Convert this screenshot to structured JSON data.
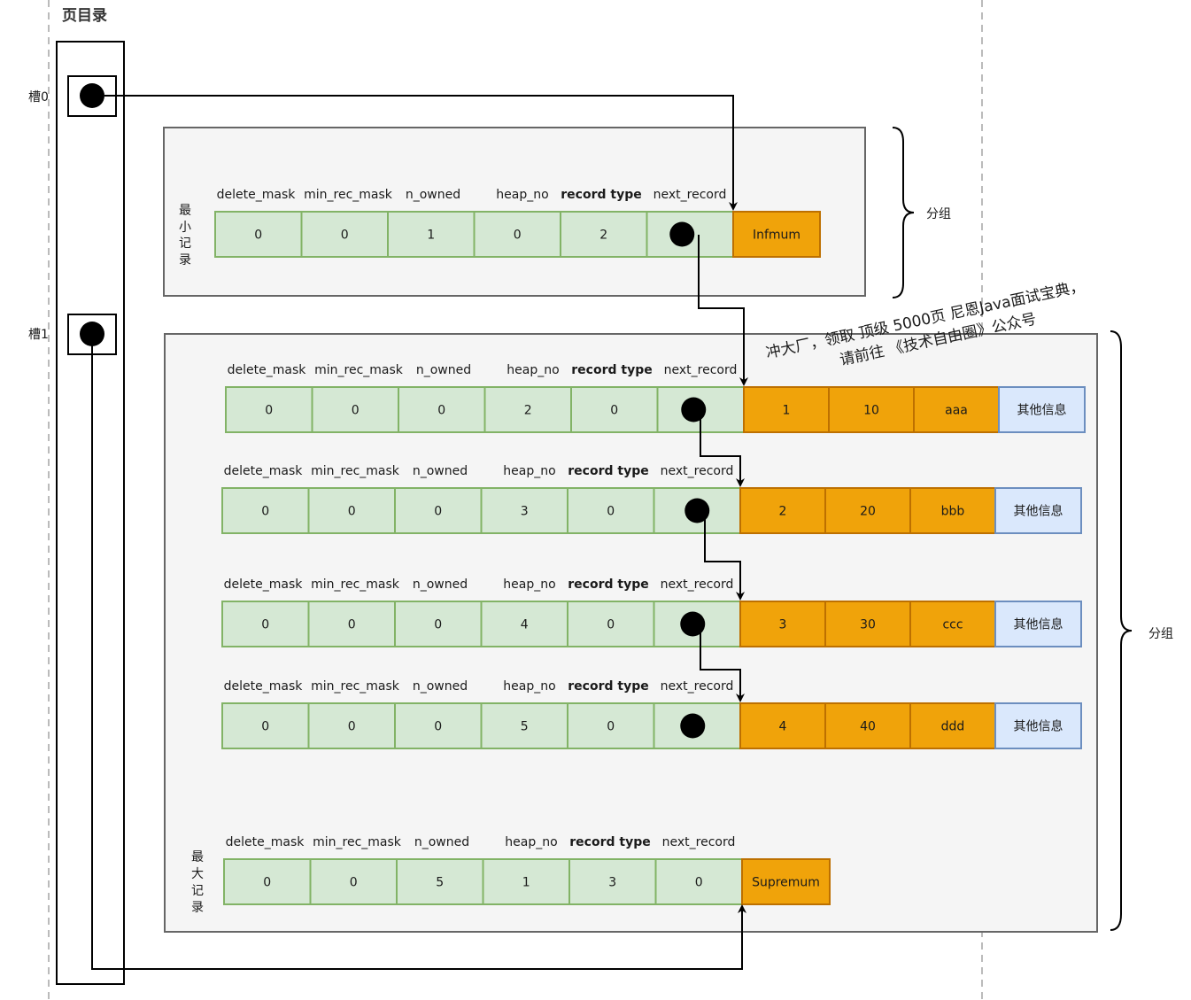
{
  "title": "页目录",
  "slots": [
    {
      "label": "槽0"
    },
    {
      "label": "槽1"
    }
  ],
  "group_label": "分组",
  "headers": [
    "delete_mask",
    "min_rec_mask",
    "n_owned",
    "heap_no",
    "record type",
    "next_record"
  ],
  "infimum": {
    "side_label": [
      "最",
      "小",
      "记",
      "录"
    ],
    "values": [
      "0",
      "0",
      "1",
      "0",
      "2"
    ],
    "name": "Infmum"
  },
  "records": [
    {
      "values": [
        "0",
        "0",
        "0",
        "2",
        "0"
      ],
      "data": [
        "1",
        "10",
        "aaa"
      ],
      "other": "其他信息"
    },
    {
      "values": [
        "0",
        "0",
        "0",
        "3",
        "0"
      ],
      "data": [
        "2",
        "20",
        "bbb"
      ],
      "other": "其他信息"
    },
    {
      "values": [
        "0",
        "0",
        "0",
        "4",
        "0"
      ],
      "data": [
        "3",
        "30",
        "ccc"
      ],
      "other": "其他信息"
    },
    {
      "values": [
        "0",
        "0",
        "0",
        "5",
        "0"
      ],
      "data": [
        "4",
        "40",
        "ddd"
      ],
      "other": "其他信息"
    }
  ],
  "supremum": {
    "side_label": [
      "最",
      "大",
      "记",
      "录"
    ],
    "values": [
      "0",
      "0",
      "5",
      "1",
      "3",
      "0"
    ],
    "name": "Supremum"
  },
  "watermark": {
    "line1": "冲大厂，领取 顶级 5000页 尼恩Java面试宝典，",
    "line2": "请前往 《技术自由圈》公众号"
  },
  "colors": {
    "green_fill": "#d5e8d4",
    "green_stroke": "#82b366",
    "orange_fill": "#f0a30a",
    "orange_stroke": "#bd7000",
    "blue_fill": "#dae8fc",
    "blue_stroke": "#6c8ebf",
    "panel_fill": "#f5f5f5",
    "panel_stroke": "#666666"
  }
}
